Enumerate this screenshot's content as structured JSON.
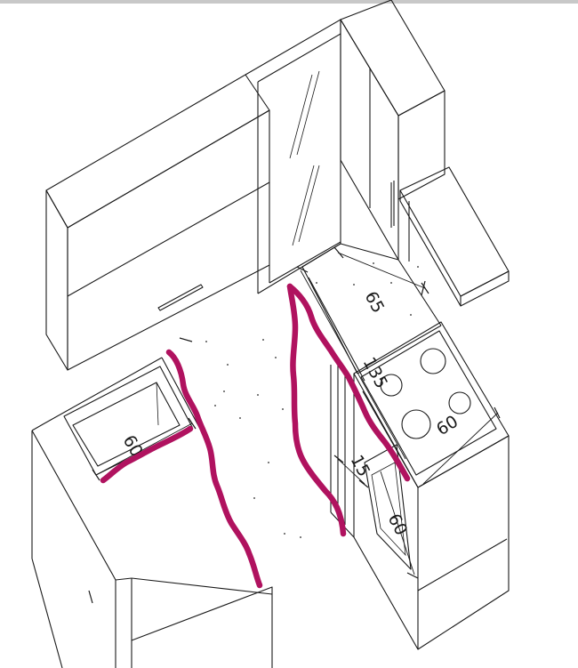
{
  "drawing": {
    "dimensions": [
      {
        "id": "65",
        "text": "65"
      },
      {
        "id": "135",
        "text": "135"
      },
      {
        "id": "60-sink",
        "text": "60"
      },
      {
        "id": "60-stove",
        "text": "60"
      },
      {
        "id": "60-oven",
        "text": "60"
      },
      {
        "id": "15",
        "text": "15"
      }
    ],
    "colors": {
      "line": "#1a1a1a",
      "marker": "#b0125f",
      "background": "#ffffff"
    }
  }
}
